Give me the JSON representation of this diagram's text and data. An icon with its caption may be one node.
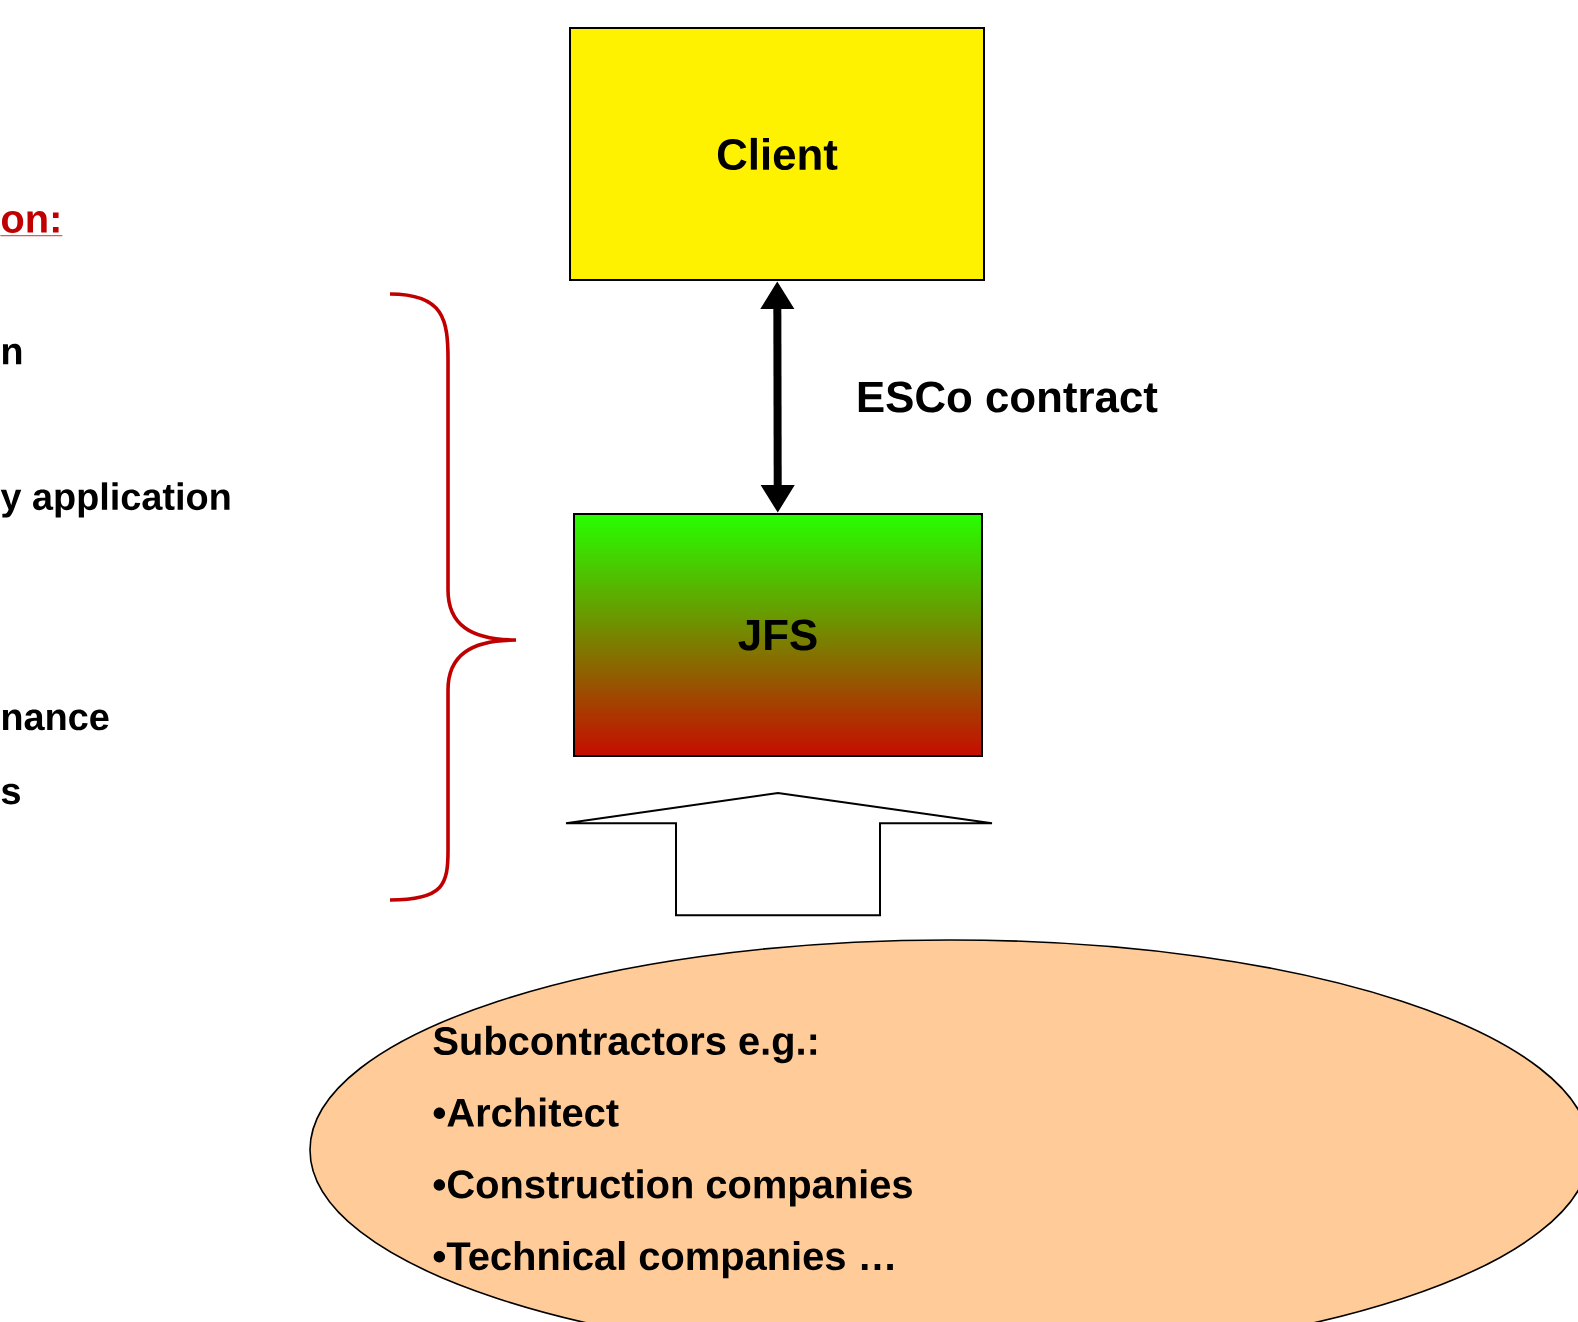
{
  "diagram": {
    "nodes": [
      {
        "text": [
          "Client"
        ]
      },
      {
        "text": [
          "JFS"
        ]
      },
      {
        "text": [
          "Subcontractors e.g.:",
          "•Architect",
          "•Construction companies",
          "•Technical companies …"
        ]
      }
    ],
    "edges": [
      {
        "from": 0,
        "to": 1,
        "arrow": "both",
        "label": "ESCo contract"
      },
      {
        "from": 2,
        "to": 1,
        "arrow": "to"
      }
    ],
    "labels": [
      "on:",
      "n",
      "y application",
      "nance",
      "s"
    ]
  }
}
